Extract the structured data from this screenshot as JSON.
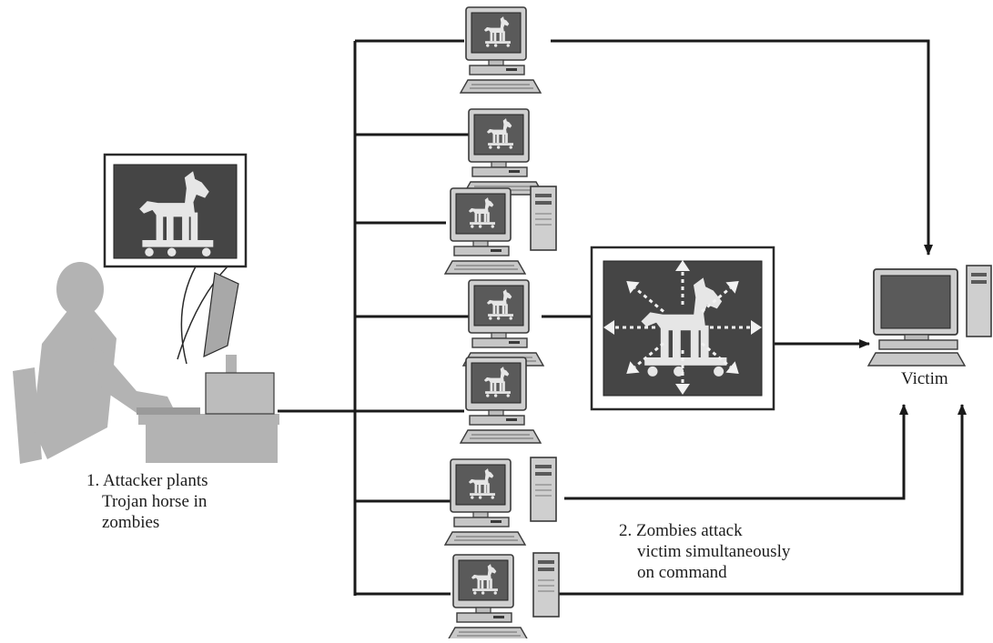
{
  "diagram": {
    "step1_label": [
      "1.  Attacker plants",
      "Trojan horse in",
      "zombies"
    ],
    "step2_label": [
      "2.  Zombies attack",
      "victim simultaneously",
      "on command"
    ],
    "victim_label": "Victim"
  },
  "colors": {
    "line": "#1a1a1a",
    "screen": "#5a5a5a",
    "screen_dark": "#454545",
    "device": "#c4c4c4",
    "device_edge": "#3a3a3a",
    "horse": "#e6e6e6",
    "person": "#b3b3b3"
  }
}
